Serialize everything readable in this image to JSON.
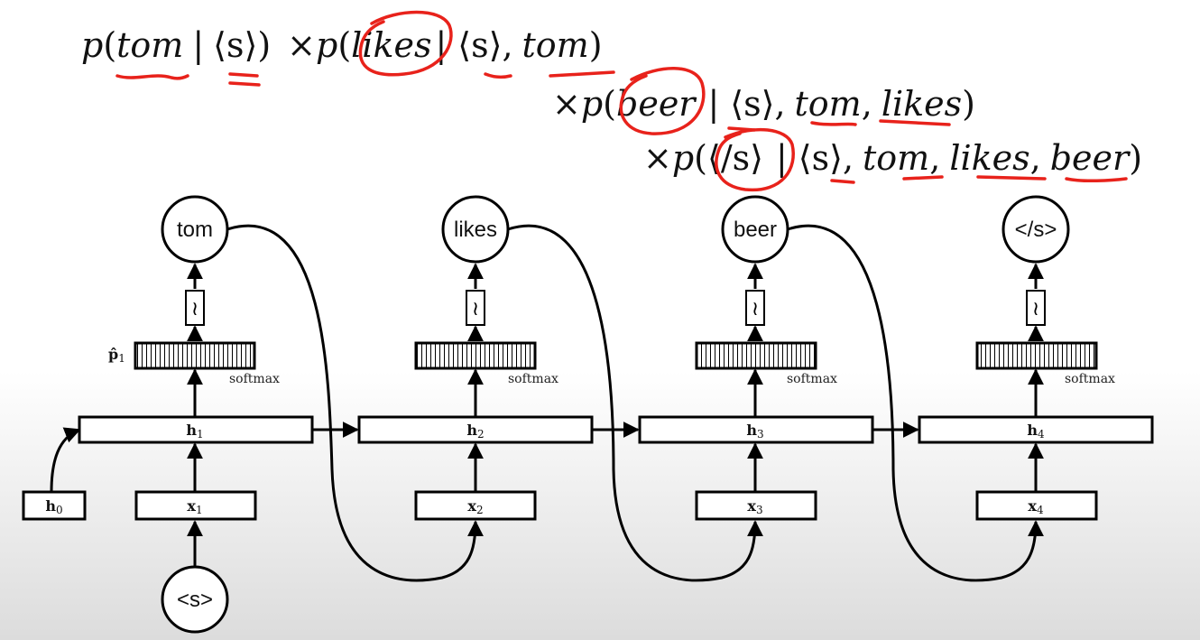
{
  "formula": {
    "p": "p",
    "times": "×",
    "bar": "|",
    "comma": ",",
    "lang": "⟨",
    "rang": "⟩",
    "lpar": "(",
    "rpar": ")",
    "start_token": "s",
    "end_token": "/s",
    "terms": [
      {
        "target": "tom",
        "history": [
          "⟨s⟩"
        ]
      },
      {
        "target": "likes",
        "history": [
          "⟨s⟩",
          "tom"
        ]
      },
      {
        "target": "beer",
        "history": [
          "⟨s⟩",
          "tom",
          "likes"
        ]
      },
      {
        "target": "⟨/s⟩",
        "history": [
          "⟨s⟩",
          "tom",
          "likes",
          "beer"
        ]
      }
    ]
  },
  "annotation_color": "#e8221b",
  "diagram": {
    "start_input": "<s>",
    "h0": {
      "base": "h",
      "sub": "0"
    },
    "p_label": {
      "base": "p̂",
      "sub": "1"
    },
    "softmax_label": "softmax",
    "sampler_glyph": "≀",
    "steps": [
      {
        "output": "tom",
        "h_sub": "1",
        "x_sub": "1"
      },
      {
        "output": "likes",
        "h_sub": "2",
        "x_sub": "2"
      },
      {
        "output": "beer",
        "h_sub": "3",
        "x_sub": "3"
      },
      {
        "output": "</s>",
        "h_sub": "4",
        "x_sub": "4"
      }
    ],
    "h_base": "h",
    "x_base": "x"
  }
}
